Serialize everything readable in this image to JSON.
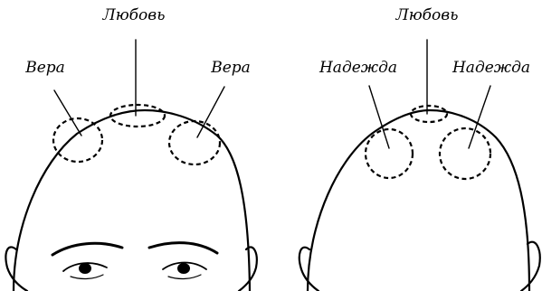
{
  "figure": {
    "left_head": {
      "top_label": "Любовь",
      "left_label": "Вера",
      "right_label": "Вера"
    },
    "right_head": {
      "top_label": "Любовь",
      "left_label": "Надежда",
      "right_label": "Надежда"
    }
  }
}
